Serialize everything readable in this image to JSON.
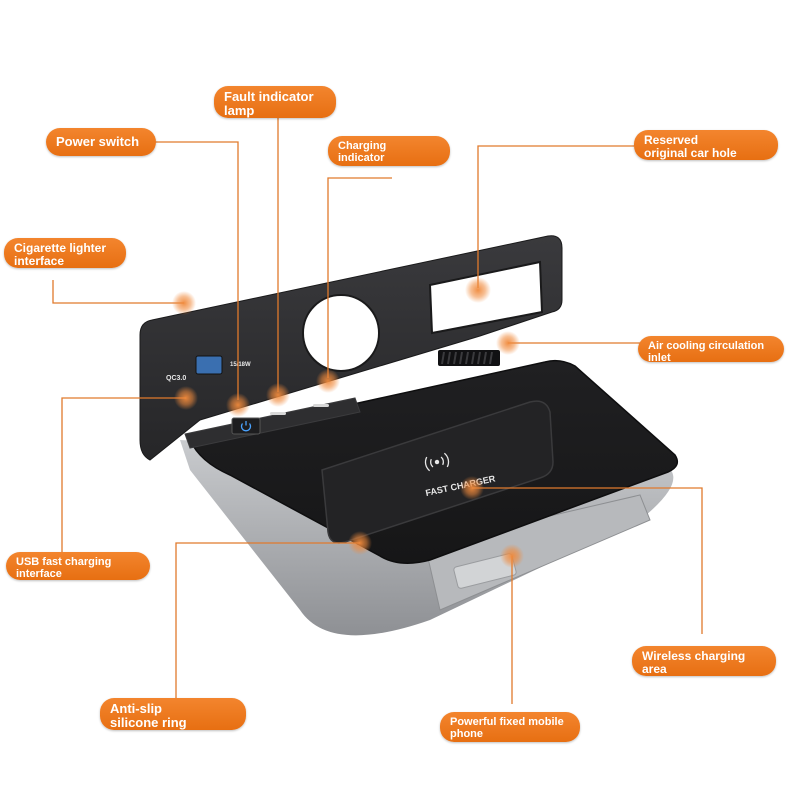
{
  "colors": {
    "accent": "#ec7418",
    "leader": "#e07a2c",
    "device_body": "#2b2b2d",
    "tray": "#1c1c1e",
    "shell": "#a9abae"
  },
  "labels": {
    "fault_indicator_lamp": "Fault indicator\nlamp",
    "power_switch": "Power switch",
    "charging_indicator": "Charging\nindicator",
    "reserved_original_car_hole": "Reserved\noriginal car hole",
    "cigarette_lighter_interface": "Cigarette lighter\ninterface",
    "air_cooling_circulation_inlet": "Air cooling circulation\ninlet",
    "usb_fast_charging_interface": "USB fast charging\ninterface",
    "wireless_charging_area": "Wireless charging\narea",
    "anti_slip_silicone_ring": "Anti-slip\nsilicone ring",
    "powerful_fixed_mobile_phone": "Powerful fixed mobile\nphone"
  },
  "device": {
    "qc_label": "QC3.0",
    "watt_label": "15/18W",
    "pad_label": "FAST CHARGER",
    "power_icon": "power-icon",
    "wireless_icon": "wireless-charging-icon"
  }
}
